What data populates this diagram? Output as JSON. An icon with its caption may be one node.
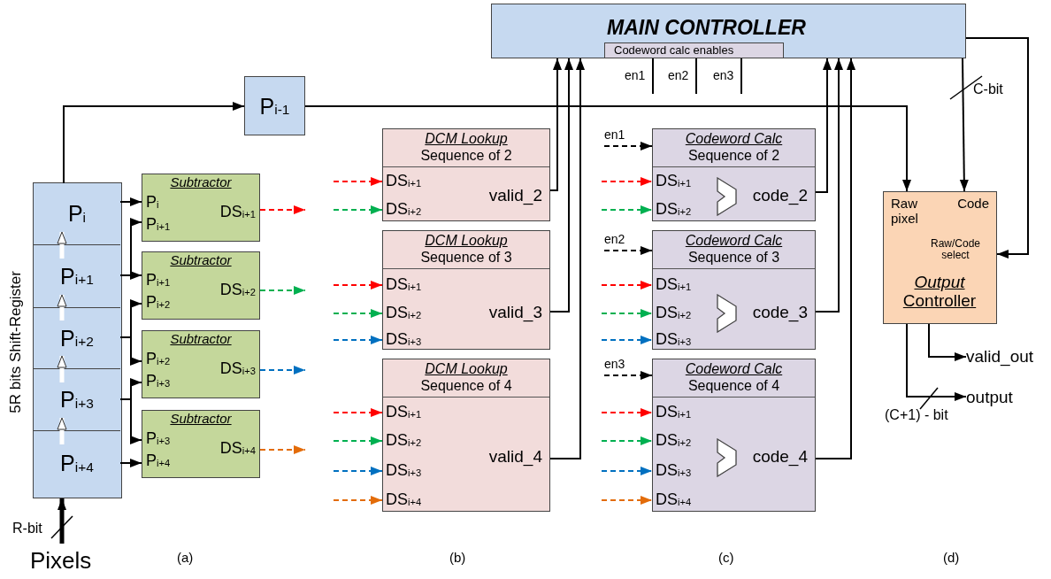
{
  "diagram": {
    "nodes": [
      {
        "text": [
          "MAIN CONTROLLER"
        ]
      },
      {
        "text": [
          "Codeword calc enables"
        ],
        "in": 0
      },
      {
        "text": [
          "P$_{i-1}$"
        ]
      },
      {
        "text": [
          "5R bits Shift-Register"
        ]
      },
      {
        "text": [
          "P$_{i}$"
        ],
        "in": 3
      },
      {
        "text": [
          "P$_{i+1}$"
        ],
        "in": 3
      },
      {
        "text": [
          "P$_{i+2}$"
        ],
        "in": 3
      },
      {
        "text": [
          "P$_{i+3}$"
        ],
        "in": 3
      },
      {
        "text": [
          "P$_{i+4}$"
        ],
        "in": 3
      },
      {
        "text": [
          "Subtractor",
          "P$_{i}$",
          "P$_{i+1}$",
          "DS$_{i+1}$"
        ]
      },
      {
        "text": [
          "Subtractor",
          "P$_{i+1}$",
          "P$_{i+2}$",
          "DS$_{i+2}$"
        ]
      },
      {
        "text": [
          "Subtractor",
          "P$_{i+2}$",
          "P$_{i+3}$",
          "DS$_{i+3}$"
        ]
      },
      {
        "text": [
          "Subtractor",
          "P$_{i+3}$",
          "P$_{i+4}$",
          "DS$_{i+4}$"
        ]
      },
      {
        "text": [
          "DCM Lookup",
          "Sequence of 2",
          "DS$_{i+1}$",
          "DS$_{i+2}$",
          "valid_2"
        ]
      },
      {
        "text": [
          "DCM Lookup",
          "Sequence of 3",
          "DS$_{i+1}$",
          "DS$_{i+2}$",
          "DS$_{i+3}$",
          "valid_3"
        ]
      },
      {
        "text": [
          "DCM Lookup",
          "Sequence of 4",
          "DS$_{i+1}$",
          "DS$_{i+2}$",
          "DS$_{i+3}$",
          "DS$_{i+4}$",
          "valid_4"
        ]
      },
      {
        "text": [
          "Codeword Calc",
          "Sequence of 2",
          "DS$_{i+1}$",
          "DS$_{i+2}$",
          "code_2"
        ]
      },
      {
        "text": [
          "Codeword Calc",
          "Sequence of 3",
          "DS$_{i+1}$",
          "DS$_{i+2}$",
          "DS$_{i+3}$",
          "code_3"
        ]
      },
      {
        "text": [
          "Codeword Calc",
          "Sequence of 4",
          "DS$_{i+1}$",
          "DS$_{i+2}$",
          "DS$_{i+3}$",
          "DS$_{i+4}$",
          "code_4"
        ]
      },
      {
        "text": [
          "Raw pixel",
          "Code",
          "Raw/Code select",
          "*Output* Controller"
        ]
      },
      {
        "text": [
          "Pixels"
        ]
      },
      {
        "text": [
          "valid_out"
        ]
      },
      {
        "text": [
          "output"
        ]
      }
    ],
    "edges": [
      {
        "from": 20,
        "to": 3,
        "arrow": "to",
        "label": "R-bit",
        "style": "thick"
      },
      {
        "from": 8,
        "to": 7,
        "arrow": "to",
        "style": "thick",
        "color": "#ffffff"
      },
      {
        "from": 7,
        "to": 6,
        "arrow": "to",
        "style": "thick",
        "color": "#ffffff"
      },
      {
        "from": 6,
        "to": 5,
        "arrow": "to",
        "style": "thick",
        "color": "#ffffff"
      },
      {
        "from": 5,
        "to": 4,
        "arrow": "to",
        "style": "thick",
        "color": "#ffffff"
      },
      {
        "from": 4,
        "to": 2,
        "arrow": "to"
      },
      {
        "from": 2,
        "to": 19,
        "arrow": "to"
      },
      {
        "from": 4,
        "to": 9,
        "arrow": "to"
      },
      {
        "from": 5,
        "to": 9,
        "arrow": "to"
      },
      {
        "from": 5,
        "to": 10,
        "arrow": "to"
      },
      {
        "from": 6,
        "to": 10,
        "arrow": "to"
      },
      {
        "from": 6,
        "to": 11,
        "arrow": "to"
      },
      {
        "from": 7,
        "to": 11,
        "arrow": "to"
      },
      {
        "from": 7,
        "to": 12,
        "arrow": "to"
      },
      {
        "from": 8,
        "to": 12,
        "arrow": "to"
      },
      {
        "from": 9,
        "to": null,
        "arrow": "to",
        "style": "dashed",
        "color": "#ff0000"
      },
      {
        "from": 10,
        "to": null,
        "arrow": "to",
        "style": "dashed",
        "color": "#00b050"
      },
      {
        "from": 11,
        "to": null,
        "arrow": "to",
        "style": "dashed",
        "color": "#0070c0"
      },
      {
        "from": 12,
        "to": null,
        "arrow": "to",
        "style": "dashed",
        "color": "#e36c09"
      },
      {
        "from": null,
        "to": 13,
        "arrow": "to",
        "style": "dashed",
        "color": "#ff0000"
      },
      {
        "from": null,
        "to": 13,
        "arrow": "to",
        "style": "dashed",
        "color": "#00b050"
      },
      {
        "from": null,
        "to": 14,
        "arrow": "to",
        "style": "dashed",
        "color": "#ff0000"
      },
      {
        "from": null,
        "to": 14,
        "arrow": "to",
        "style": "dashed",
        "color": "#00b050"
      },
      {
        "from": null,
        "to": 14,
        "arrow": "to",
        "style": "dashed",
        "color": "#0070c0"
      },
      {
        "from": null,
        "to": 15,
        "arrow": "to",
        "style": "dashed",
        "color": "#ff0000"
      },
      {
        "from": null,
        "to": 15,
        "arrow": "to",
        "style": "dashed",
        "color": "#00b050"
      },
      {
        "from": null,
        "to": 15,
        "arrow": "to",
        "style": "dashed",
        "color": "#0070c0"
      },
      {
        "from": null,
        "to": 15,
        "arrow": "to",
        "style": "dashed",
        "color": "#e36c09"
      },
      {
        "from": null,
        "to": 16,
        "arrow": "to",
        "label": "en1",
        "style": "dashed"
      },
      {
        "from": null,
        "to": 16,
        "arrow": "to",
        "style": "dashed",
        "color": "#ff0000"
      },
      {
        "from": null,
        "to": 16,
        "arrow": "to",
        "style": "dashed",
        "color": "#00b050"
      },
      {
        "from": null,
        "to": 17,
        "arrow": "to",
        "label": "en2",
        "style": "dashed"
      },
      {
        "from": null,
        "to": 17,
        "arrow": "to",
        "style": "dashed",
        "color": "#ff0000"
      },
      {
        "from": null,
        "to": 17,
        "arrow": "to",
        "style": "dashed",
        "color": "#00b050"
      },
      {
        "from": null,
        "to": 17,
        "arrow": "to",
        "style": "dashed",
        "color": "#0070c0"
      },
      {
        "from": null,
        "to": 18,
        "arrow": "to",
        "label": "en3",
        "style": "dashed"
      },
      {
        "from": null,
        "to": 18,
        "arrow": "to",
        "style": "dashed",
        "color": "#ff0000"
      },
      {
        "from": null,
        "to": 18,
        "arrow": "to",
        "style": "dashed",
        "color": "#00b050"
      },
      {
        "from": null,
        "to": 18,
        "arrow": "to",
        "style": "dashed",
        "color": "#0070c0"
      },
      {
        "from": null,
        "to": 18,
        "arrow": "to",
        "style": "dashed",
        "color": "#e36c09"
      },
      {
        "from": 1,
        "to": null,
        "arrow": "none",
        "label": "en1"
      },
      {
        "from": 1,
        "to": null,
        "arrow": "none",
        "label": "en2"
      },
      {
        "from": 1,
        "to": null,
        "arrow": "none",
        "label": "en3"
      },
      {
        "from": 13,
        "to": 0,
        "arrow": "to"
      },
      {
        "from": 14,
        "to": 0,
        "arrow": "to"
      },
      {
        "from": 15,
        "to": 0,
        "arrow": "to"
      },
      {
        "from": 16,
        "to": 0,
        "arrow": "to"
      },
      {
        "from": 17,
        "to": 0,
        "arrow": "to"
      },
      {
        "from": 18,
        "to": 0,
        "arrow": "to"
      },
      {
        "from": 0,
        "to": 19,
        "arrow": "to",
        "label": "C-bit"
      },
      {
        "from": 0,
        "to": 19,
        "arrow": "to"
      },
      {
        "from": 19,
        "to": 21,
        "arrow": "to"
      },
      {
        "from": 19,
        "to": 22,
        "arrow": "to",
        "label": "(C+1) - bit"
      }
    ],
    "labels": [
      "(a)",
      "(b)",
      "(c)",
      "(d)"
    ]
  }
}
